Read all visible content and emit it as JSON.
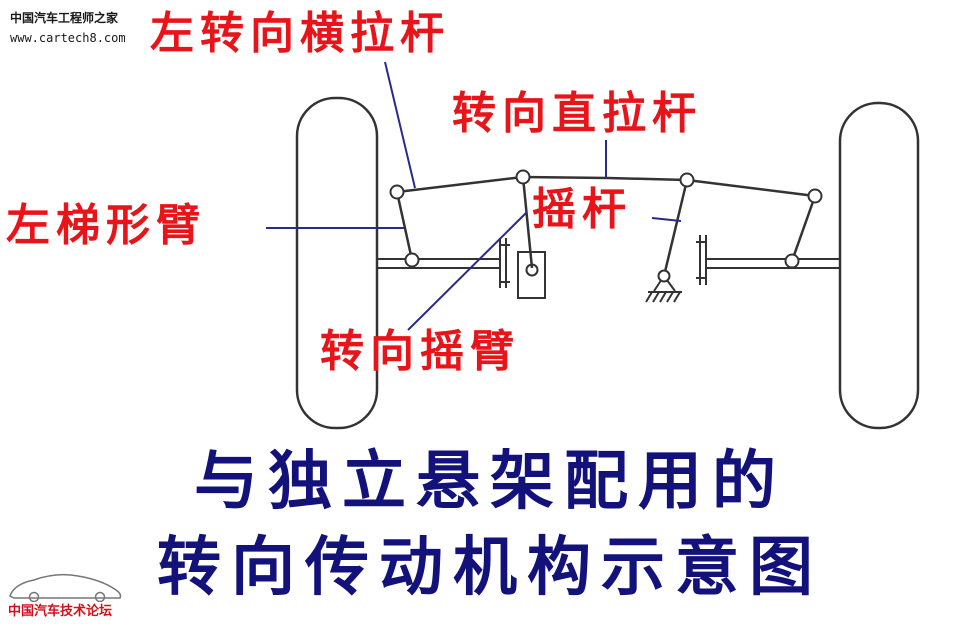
{
  "watermark": {
    "site_name": "中国汽车工程师之家",
    "url": "www.cartech8.com"
  },
  "labels": {
    "left_tie_rod": "左转向横拉杆",
    "drag_link": "转向直拉杆",
    "left_steering_arm": "左梯形臂",
    "rocker": "摇杆",
    "pitman_arm": "转向摇臂"
  },
  "title": {
    "line1": "与独立悬架配用的",
    "line2": "转向传动机构示意图"
  },
  "forum_logo": {
    "text": "中国汽车技术论坛"
  },
  "colors": {
    "label_red": "#e8141a",
    "title_navy": "#12127a",
    "leader_line": "#2a2a8a",
    "drawing_line": "#333333"
  }
}
